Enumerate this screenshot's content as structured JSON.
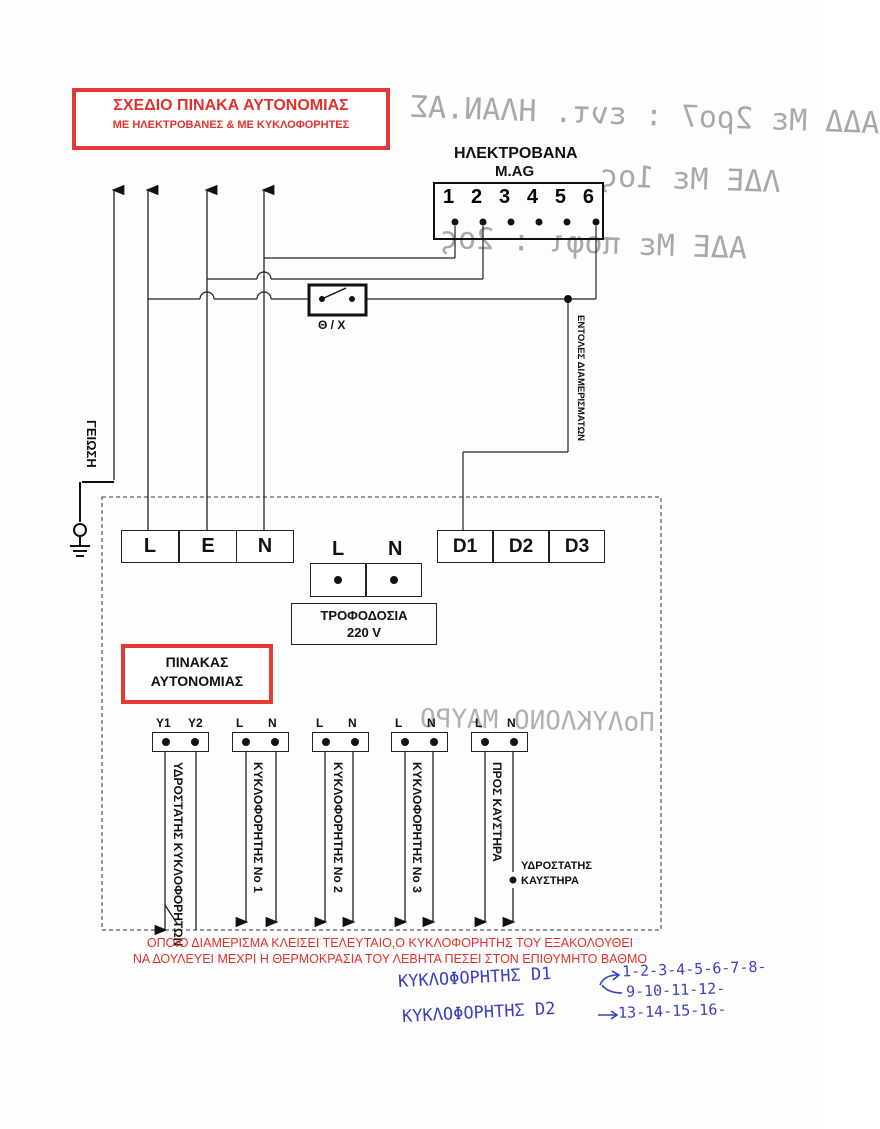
{
  "title": {
    "line1": "ΣΧΕΔΙΟ ΠΙΝΑΚΑ ΑΥΤΟΝΟΜΙΑΣ",
    "line2": "ΜΕ ΗΛΕΚΤΡΟΒΑΝΕΣ & ΜΕ ΚΥΚΛΟΦΟΡΗΤΕΣ"
  },
  "valves": {
    "heading1": "ΗΛΕΚΤΡΟΒΑΝΑ",
    "heading2": "M.AG",
    "terminals": [
      "1",
      "2",
      "3",
      "4",
      "5",
      "6"
    ]
  },
  "thermostat_label": "Θ / Χ",
  "side_labels": {
    "ground": "ΓΕΙΩΣΗ",
    "apartment_commands": "ΕΝΤΟΛΕΣ ΔΙΑΜΕΡΙΣΜΑΤΩΝ"
  },
  "top_terminals": [
    "L",
    "E",
    "N"
  ],
  "supply_terminals": [
    "L",
    "N"
  ],
  "command_terminals": [
    "D1",
    "D2",
    "D3"
  ],
  "power": {
    "line1": "ΤΡΟΦΟΔΟΣΙΑ",
    "line2": "220 V"
  },
  "panel_box": {
    "line1": "ΠΙΝΑΚΑΣ",
    "line2": "ΑΥΤΟΝΟΜΙΑΣ"
  },
  "output_pairs": [
    {
      "a": "Y1",
      "b": "Y2",
      "label": "ΥΔΡΟΣΤΑΤΗΣ ΚΥΚΛΟΦΟΡΗΤΩΝ"
    },
    {
      "a": "L",
      "b": "N",
      "label": "ΚΥΚΛΟΦΟΡΗΤΗΣ No 1"
    },
    {
      "a": "L",
      "b": "N",
      "label": "ΚΥΚΛΟΦΟΡΗΤΗΣ No 2"
    },
    {
      "a": "L",
      "b": "N",
      "label": "ΚΥΚΛΟΦΟΡΗΤΗΣ No 3"
    },
    {
      "a": "L",
      "b": "N",
      "label": "ΠΡΟΣ ΚΑΥΣΤΗΡΑ"
    }
  ],
  "burner_thermostat": {
    "line1": "ΥΔΡΟΣΤΑΤΗΣ",
    "line2": "ΚΑΥΣΤΗΡΑ"
  },
  "note": {
    "line1": "ΟΠΟΙΟ ΔΙΑΜΕΡΙΣΜΑ ΚΛΕΙΣΕΙ ΤΕΛΕΥΤΑΙΟ,Ο ΚΥΚΛΟΦΟΡΗΤΗΣ ΤΟΥ ΕΞΑΚΟΛΟΥΘΕΙ",
    "line2": "ΝΑ ΔΟΥΛΕΥΕΙ ΜΕΧΡΙ Η ΘΕΡΜΟΚΡΑΣΙΑ ΤΟΥ ΛΕΒΗΤΑ ΠΕΣΕΙ ΣΤΟΝ ΕΠΙΘΥΜΗΤΟ ΒΑΘΜΟ"
  },
  "handwriting": {
    "show_through": [
      "ΑΔΔ Με 2ρο7 : εντ. ΗΛΑΝ.ΑΣ",
      "ΛΔΕ Με 1ος",
      "ΑΔΕ Με ποφι : 2ος",
      "ΠοΛΥΚΛΟΝΟ ΜΑΥΡΟ"
    ],
    "circulator_d1_label": "ΚΥΚΛΟΦΟΡΗΤΗΣ D1",
    "circulator_d1_values_1": "1-2-3-4-5-6-7-8-",
    "circulator_d1_values_2": "9-10-11-12-",
    "circulator_d2_label": "ΚΥΚΛΟΦΟΡΗΤΗΣ D2",
    "circulator_d2_values": "13-14-15-16-"
  },
  "colors": {
    "red_accent": "#e23b35",
    "ink_blue": "#3a3fc0",
    "bleed_gray": "#a9a9a9"
  }
}
